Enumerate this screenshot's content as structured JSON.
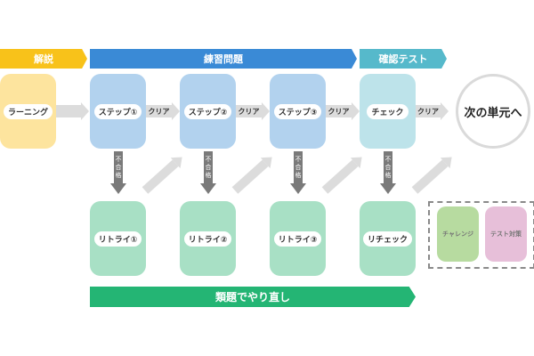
{
  "banners": {
    "explanation": "解説",
    "practice": "練習問題",
    "confirm_test": "確認テスト",
    "retry_similar": "類題でやり直し"
  },
  "nodes": {
    "learning": "ラーニング",
    "step1": "ステップ①",
    "step2": "ステップ②",
    "step3": "ステップ③",
    "check": "チェック",
    "retry1": "リトライ①",
    "retry2": "リトライ②",
    "retry3": "リトライ③",
    "recheck": "リチェック",
    "next_unit": "次の単元へ",
    "challenge": "チャレンジ",
    "test_prep": "テスト対策"
  },
  "edges": {
    "clear": "クリア",
    "fail_chars": [
      "不",
      "合",
      "格"
    ]
  },
  "colors": {
    "explanation": "#f8c21a",
    "practice": "#3a8ad6",
    "confirm_test": "#56b9cb",
    "retry_similar": "#24b574"
  }
}
